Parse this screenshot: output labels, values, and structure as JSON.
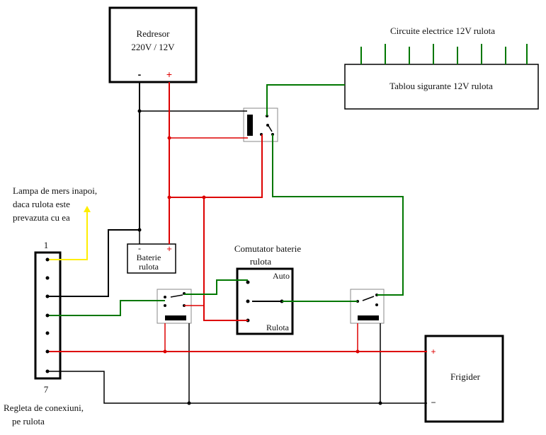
{
  "circuits_label": "Circuite electrice 12V rulota",
  "rectifier": {
    "line1": "Redresor",
    "line2": "220V / 12V",
    "minus": "-",
    "plus": "+"
  },
  "fuse_panel_label": "Tablou sigurante 12V rulota",
  "lamp_label": [
    "Lampa de mers inapoi,",
    "daca rulota este",
    "prevazuta cu ea"
  ],
  "battery": {
    "minus": "-",
    "plus": "+",
    "line1": "Baterie",
    "line2": "rulota"
  },
  "switch_label": {
    "line1": "Comutator baterie",
    "line2": "rulota",
    "auto": "Auto",
    "rulota": "Rulota"
  },
  "terminal": {
    "first": "1",
    "last": "7",
    "label_line1": "Regleta de conexiuni,",
    "label_line2": "pe rulota"
  },
  "fridge": {
    "label": "Frigider",
    "plus": "+",
    "minus": "−"
  },
  "colors": {
    "positive": "#dd0000",
    "ground": "#000000",
    "switched": "#007700",
    "reverse_lamp": "#ffee00"
  }
}
